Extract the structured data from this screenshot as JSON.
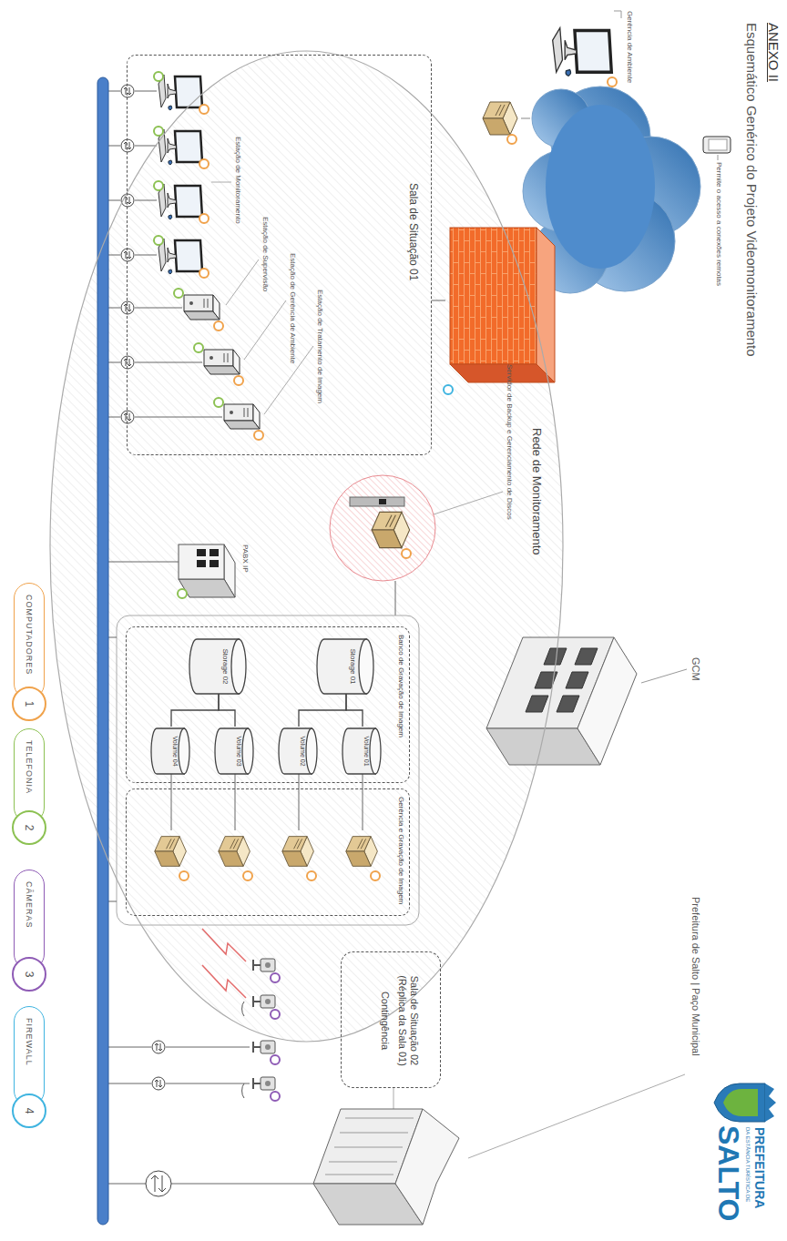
{
  "diagram": {
    "title": "Esquemático Genérico do Projeto Videomonitoramento",
    "nodes": [
      {
        "text": [
          "Rede de Monitoramento"
        ]
      },
      {
        "text": [
          "Sala de Situação 01"
        ],
        "in": 0
      },
      {
        "text": [
          "Banco de Gravação de Imagem"
        ],
        "in": 0
      },
      {
        "text": [
          "Storage 01"
        ],
        "in": 2
      },
      {
        "text": [
          "Volume 01"
        ],
        "in": 2
      },
      {
        "text": [
          "Volume 02"
        ],
        "in": 2
      },
      {
        "text": [
          "Storage 02"
        ],
        "in": 2
      },
      {
        "text": [
          "Volume 03"
        ],
        "in": 2
      },
      {
        "text": [
          "Volume 04"
        ],
        "in": 2
      },
      {
        "text": [
          "Gerência e Gravação de Imagem"
        ],
        "in": 0
      },
      {
        "text": [
          "Sala de Situação 02 (Réplica da Sala 01)",
          "Contingência"
        ]
      }
    ],
    "edges": [
      {
        "from": 3,
        "to": 4,
        "arrow": "none"
      },
      {
        "from": 3,
        "to": 5,
        "arrow": "none"
      },
      {
        "from": 6,
        "to": 7,
        "arrow": "none"
      },
      {
        "from": 6,
        "to": 8,
        "arrow": "none"
      }
    ],
    "labels": [
      "ANEXO II",
      "Gerência de Ambiente",
      "Permite o acesso a conexões remotas",
      "Estação de Monitoramento",
      "Estação de Supervisão",
      "Estação de Gerência de Ambiente",
      "Estação de Tratamento de Imagem",
      "Servidor de Backup e Gerenciamento de Discos",
      "PABX IP",
      "GCM",
      "Prefeitura de Salto | Paço Municipal",
      "PREFEITURA",
      "DA ESTÂNCIA TURÍSTICA DE",
      "SALTO",
      "1",
      "2",
      "3",
      "4"
    ],
    "legend": [
      {
        "text": "COMPUTADORES",
        "color": "#f0a24b"
      },
      {
        "text": "TELEFONIA",
        "color": "#8cc152"
      },
      {
        "text": "CÂMERAS",
        "color": "#8e5bb5"
      },
      {
        "text": "FIREWALL",
        "color": "#3fb4e0"
      }
    ]
  }
}
